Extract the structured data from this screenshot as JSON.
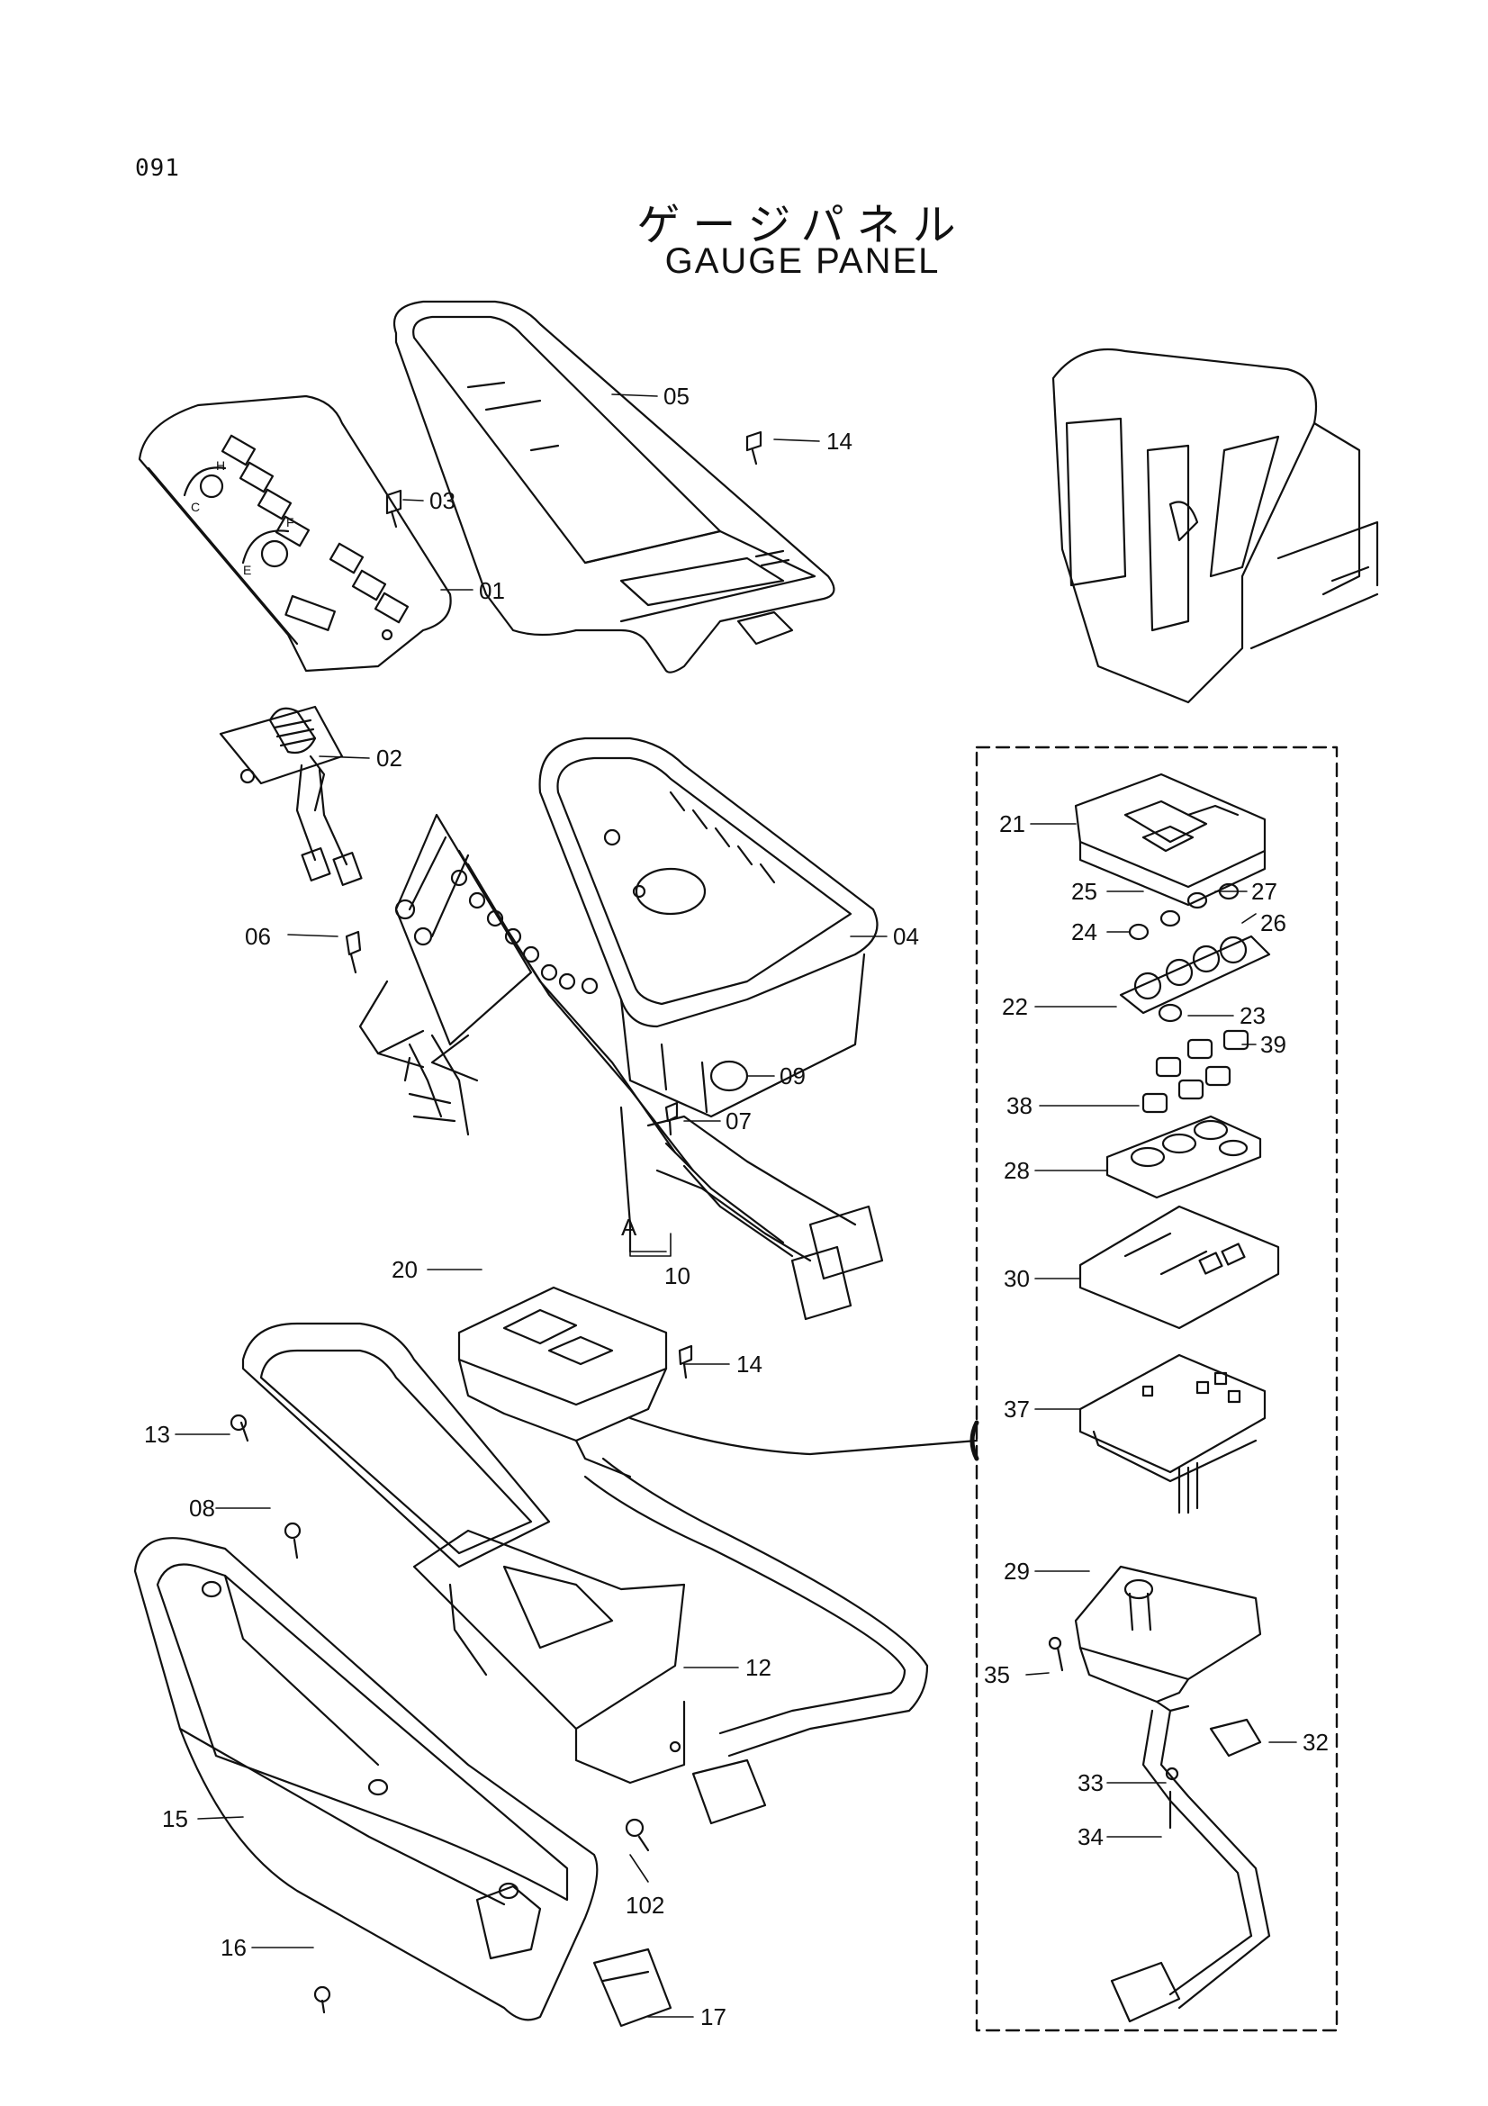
{
  "page_number": "091",
  "title_jp": "ゲージパネル",
  "title_en": "GAUGE PANEL",
  "callouts": {
    "p01": "01",
    "p02": "02",
    "p03": "03",
    "p04": "04",
    "p05": "05",
    "p06": "06",
    "p07": "07",
    "p08": "08",
    "p09": "09",
    "p10": "10",
    "p12": "12",
    "p13": "13",
    "p14a": "14",
    "p14b": "14",
    "p15": "15",
    "p16": "16",
    "p17": "17",
    "p20": "20",
    "p21": "21",
    "p22": "22",
    "p23": "23",
    "p24": "24",
    "p25": "25",
    "p26": "26",
    "p27": "27",
    "p28": "28",
    "p29": "29",
    "p30": "30",
    "p32": "32",
    "p33": "33",
    "p34": "34",
    "p35": "35",
    "p37": "37",
    "p38": "38",
    "p39": "39",
    "p102": "102",
    "pA": "A"
  },
  "gauge_marks": {
    "h": "H",
    "c": "C",
    "f": "F",
    "e": "E"
  },
  "colors": {
    "ink": "#111111",
    "paper": "#ffffff"
  }
}
